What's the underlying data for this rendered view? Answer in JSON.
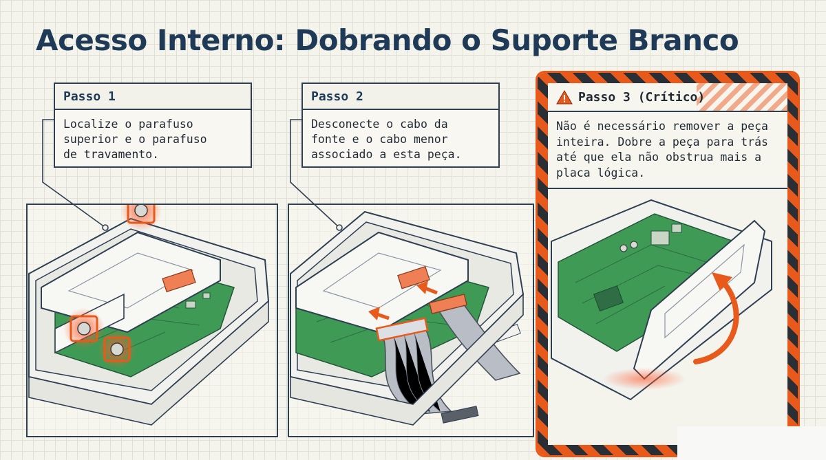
{
  "title": "Acesso Interno: Dobrando o Suporte Branco",
  "steps": [
    {
      "label": "Passo 1",
      "text_lines": [
        "Localize o parafuso",
        "superior e o parafuso",
        "de travamento."
      ]
    },
    {
      "label": "Passo 2",
      "text_lines": [
        "Desconecte o cabo da",
        "fonte e o cabo menor",
        "associado a esta peça."
      ]
    },
    {
      "label": "Passo 3 (Crítico)",
      "text_lines": [
        "Não é necessário remover a peça",
        "inteira. Dobre a peça para trás",
        "até que ela não obstrua mais a",
        "placa lógica."
      ]
    }
  ],
  "icons": [
    "warning-triangle-icon",
    "screw-highlight-icon",
    "curved-arrow-icon",
    "connector-arrow-icon"
  ],
  "colors": {
    "title": "#1f3a56",
    "outline": "#2e3f52",
    "pcb_green": "#3f9a55",
    "highlight_orange": "#e85a1b",
    "hazard_dark": "#2a2f36",
    "connector": "#ef7f55"
  }
}
